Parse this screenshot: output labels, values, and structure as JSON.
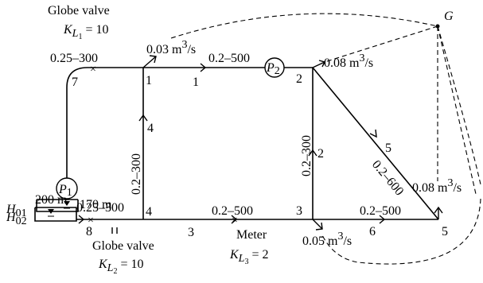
{
  "valves": {
    "top": {
      "title": "Globe valve",
      "k_sym": "K",
      "k_sub": "L",
      "k_sub2": "1",
      "k_val": "= 10"
    },
    "bottom": {
      "title": "Globe valve",
      "k_sym": "K",
      "k_sub": "L",
      "k_sub2": "2",
      "k_val": "= 10"
    }
  },
  "meter": {
    "title": "Meter",
    "k_sym": "K",
    "k_sub": "L",
    "k_sub2": "3",
    "k_val": "= 2"
  },
  "reservoirs": {
    "r1": {
      "sym": "H",
      "sub": "01",
      "level": "170 m"
    },
    "r2": {
      "sym": "H",
      "sub": "02",
      "level": "200 m"
    }
  },
  "pumps": {
    "p1": {
      "sym": "P",
      "sub": "1"
    },
    "p2": {
      "sym": "P",
      "sub": "2"
    }
  },
  "pipes": {
    "p7": {
      "spec": "0.25–300",
      "id": "7"
    },
    "p1": {
      "spec": "0.2–500",
      "id": "1"
    },
    "p4": {
      "spec": "0.2–300",
      "id": "4"
    },
    "p2": {
      "spec": "0.2–300",
      "id": "2"
    },
    "p5": {
      "spec": "0.2–600",
      "id": "5"
    },
    "p8": {
      "spec": "0.25–300",
      "id": "8"
    },
    "p3": {
      "spec": "0.2–500",
      "id": "3"
    },
    "p6": {
      "spec": "0.2–500",
      "id": "6"
    }
  },
  "nodes": {
    "n1": "1",
    "n2": "2",
    "n3": "3",
    "n4": "4",
    "n5": "5"
  },
  "flows": {
    "q1": {
      "val": "0.03 m",
      "exp": "3",
      "unit": "/s"
    },
    "q2": {
      "val": "0.08 m",
      "exp": "3",
      "unit": "/s"
    },
    "q3": {
      "val": "0.05 m",
      "exp": "3",
      "unit": "/s"
    },
    "q5": {
      "val": "0.08 m",
      "exp": "3",
      "unit": "/s"
    }
  },
  "g_label": "G"
}
